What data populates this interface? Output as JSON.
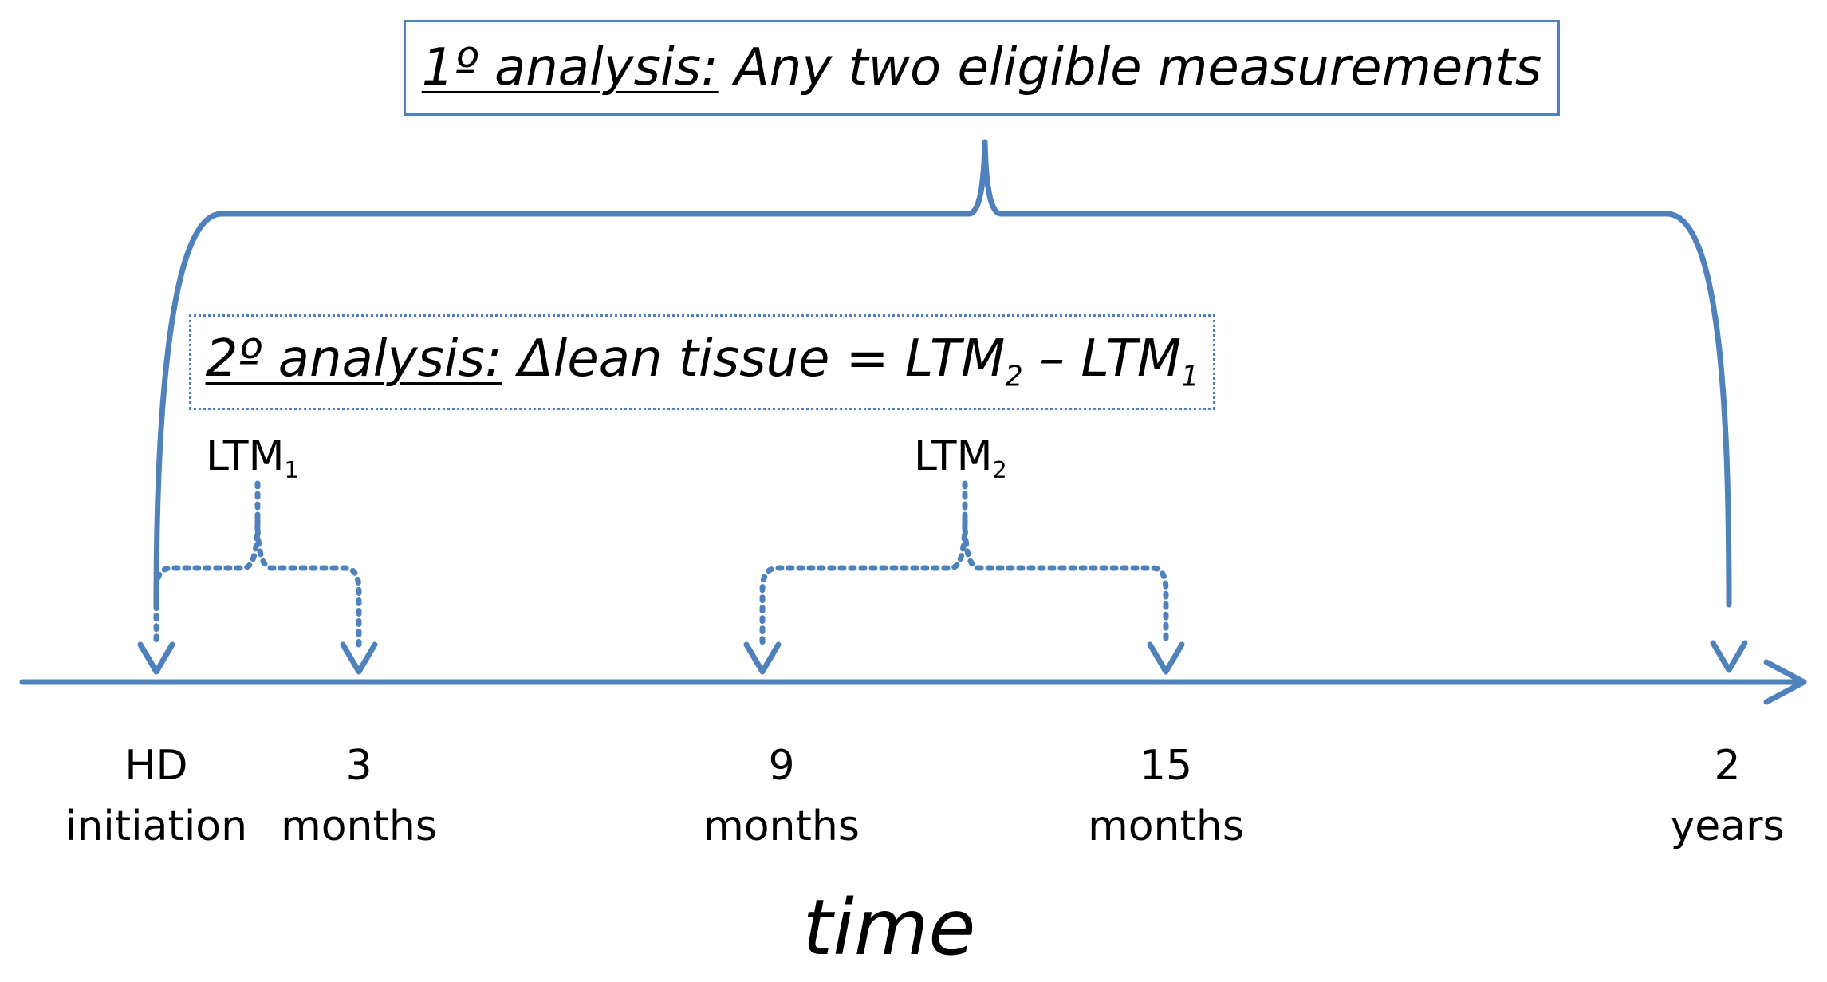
{
  "colors": {
    "accent": "#4f81bd",
    "text": "#000000"
  },
  "primary_analysis": {
    "heading": "1º analysis:",
    "description": "Any two eligible measurements"
  },
  "secondary_analysis": {
    "heading": "2º analysis:",
    "formula_start": "Δlean tissue = LTM",
    "sub_a": "2",
    "formula_mid": " – LTM",
    "sub_b": "1"
  },
  "ltm_labels": [
    {
      "base": "LTM",
      "sub": "1"
    },
    {
      "base": "LTM",
      "sub": "2"
    }
  ],
  "timeline": {
    "ticks": [
      {
        "line1": "HD",
        "line2": "initiation"
      },
      {
        "line1": "3",
        "line2": "months"
      },
      {
        "line1": "9",
        "line2": "months"
      },
      {
        "line1": "15",
        "line2": "months"
      },
      {
        "line1": "2",
        "line2": "years"
      }
    ],
    "axis_title": "time"
  }
}
